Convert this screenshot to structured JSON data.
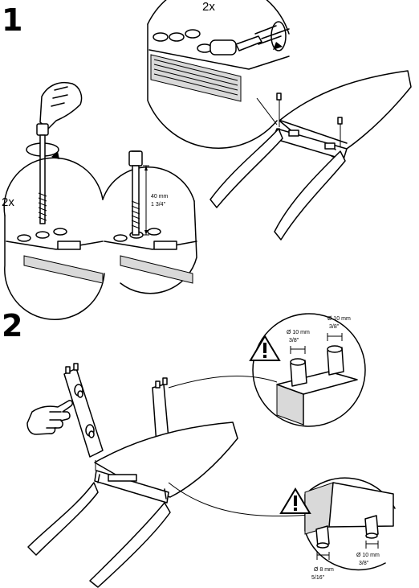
{
  "steps": {
    "one": "1",
    "two": "2"
  },
  "step1": {
    "qty_top": "2x",
    "qty_left": "2x",
    "bolt_length_mm": "40 mm",
    "bolt_length_in": "1 3/4\""
  },
  "step2": {
    "dowel_top_left_mm": "Ø 10 mm",
    "dowel_top_left_in": "3/8\"",
    "dowel_top_right_mm": "Ø 10 mm",
    "dowel_top_right_in": "3/8\"",
    "dowel_bottom_left_mm": "Ø 8 mm",
    "dowel_bottom_left_in": "5/16\"",
    "dowel_bottom_right_mm": "Ø 10 mm",
    "dowel_bottom_right_in": "3/8\""
  },
  "icons": [
    "rotation-arrow-icon",
    "warning-icon",
    "pointing-hand-icon",
    "hex-bolt-icon",
    "screwdriver-icon"
  ]
}
